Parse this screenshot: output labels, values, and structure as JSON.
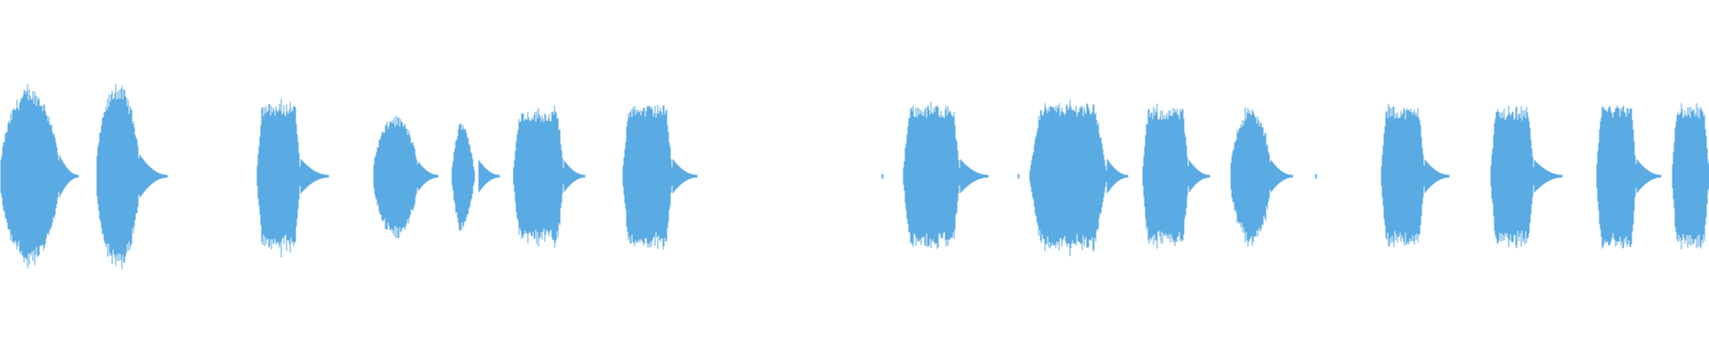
{
  "waveform": {
    "color": "#5aaae3",
    "background": "#ffffff",
    "duration_fraction_note": "",
    "bursts": [
      {
        "start": 0.0,
        "end": 0.035,
        "tail": 0.046,
        "amp": 0.5,
        "shape": "round"
      },
      {
        "start": 0.056,
        "end": 0.082,
        "tail": 0.098,
        "amp": 0.52,
        "shape": "round"
      },
      {
        "start": 0.15,
        "end": 0.176,
        "tail": 0.192,
        "amp": 0.41,
        "shape": "flat"
      },
      {
        "start": 0.218,
        "end": 0.245,
        "tail": 0.256,
        "amp": 0.34,
        "shape": "round"
      },
      {
        "start": 0.264,
        "end": 0.28,
        "tail": 0.292,
        "amp": 0.38,
        "shape": "spike"
      },
      {
        "start": 0.3,
        "end": 0.33,
        "tail": 0.342,
        "amp": 0.37,
        "shape": "flat"
      },
      {
        "start": 0.364,
        "end": 0.394,
        "tail": 0.408,
        "amp": 0.4,
        "shape": "flat"
      },
      {
        "start": 0.528,
        "end": 0.562,
        "tail": 0.578,
        "amp": 0.4,
        "shape": "flat"
      },
      {
        "start": 0.602,
        "end": 0.648,
        "tail": 0.66,
        "amp": 0.41,
        "shape": "wide"
      },
      {
        "start": 0.668,
        "end": 0.696,
        "tail": 0.708,
        "amp": 0.38,
        "shape": "flat"
      },
      {
        "start": 0.72,
        "end": 0.744,
        "tail": 0.756,
        "amp": 0.38,
        "shape": "round"
      },
      {
        "start": 0.808,
        "end": 0.834,
        "tail": 0.848,
        "amp": 0.39,
        "shape": "flat"
      },
      {
        "start": 0.872,
        "end": 0.898,
        "tail": 0.914,
        "amp": 0.38,
        "shape": "flat"
      },
      {
        "start": 0.934,
        "end": 0.958,
        "tail": 0.972,
        "amp": 0.4,
        "shape": "flat"
      },
      {
        "start": 0.978,
        "end": 1.0,
        "tail": 1.0,
        "amp": 0.39,
        "shape": "flat"
      }
    ],
    "blips": [
      0.516,
      0.596,
      0.77
    ]
  }
}
